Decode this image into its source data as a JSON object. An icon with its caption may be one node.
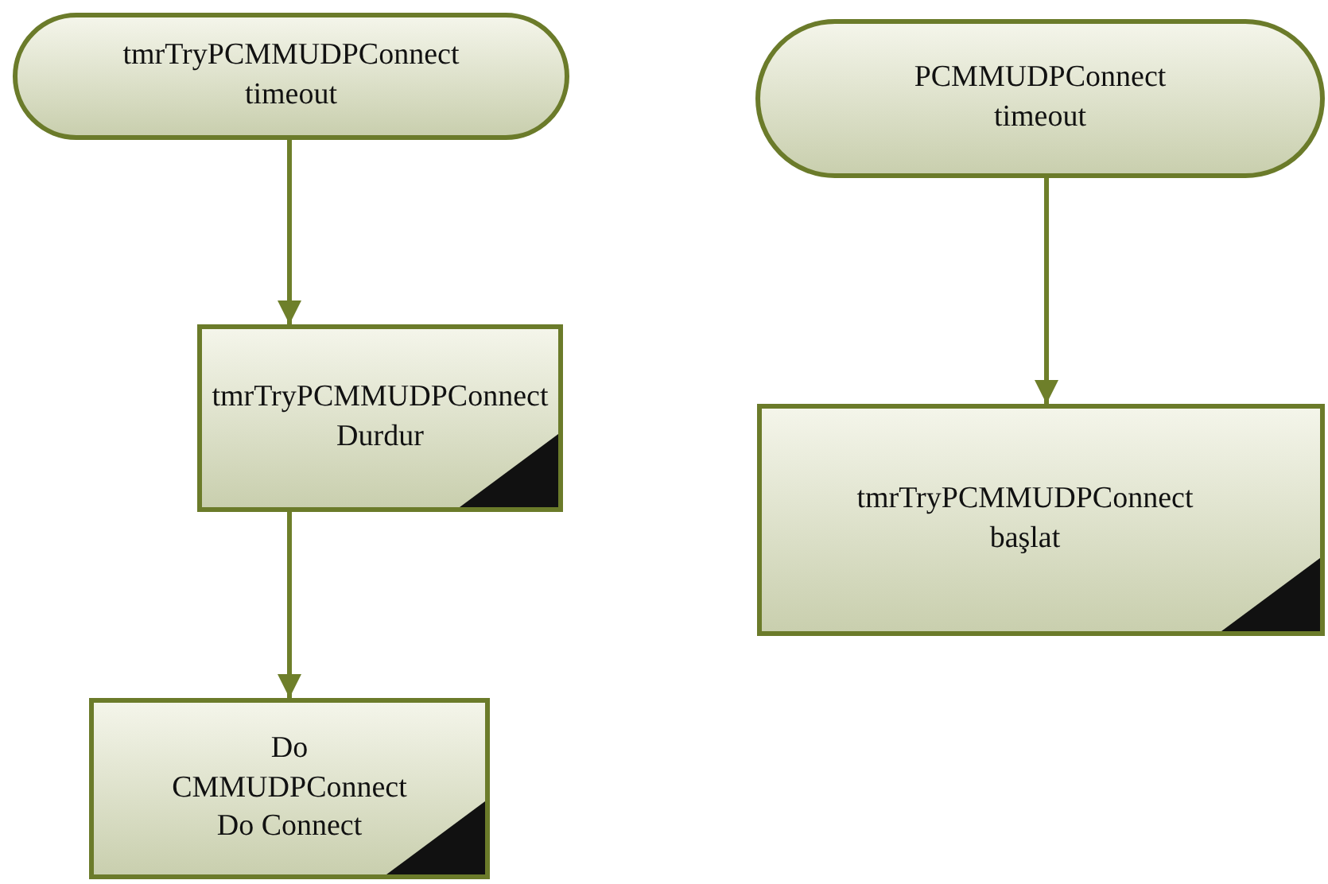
{
  "diagram": {
    "nodes": [
      {
        "text": [
          "tmrTryPCMMUDPConnect timeout"
        ]
      },
      {
        "text": [
          "tmrTryPCMMUDPConnect Durdur"
        ]
      },
      {
        "text": [
          "Do CMMUDPConnect Do Connect"
        ]
      },
      {
        "text": [
          "PCMMUDPConnect timeout"
        ]
      },
      {
        "text": [
          "tmrTryPCMMUDPConnect başlat"
        ]
      }
    ],
    "edges": [
      {
        "from": 0,
        "to": 1,
        "arrow": "to"
      },
      {
        "from": 1,
        "to": 2,
        "arrow": "to"
      },
      {
        "from": 3,
        "to": 4,
        "arrow": "to"
      }
    ]
  }
}
